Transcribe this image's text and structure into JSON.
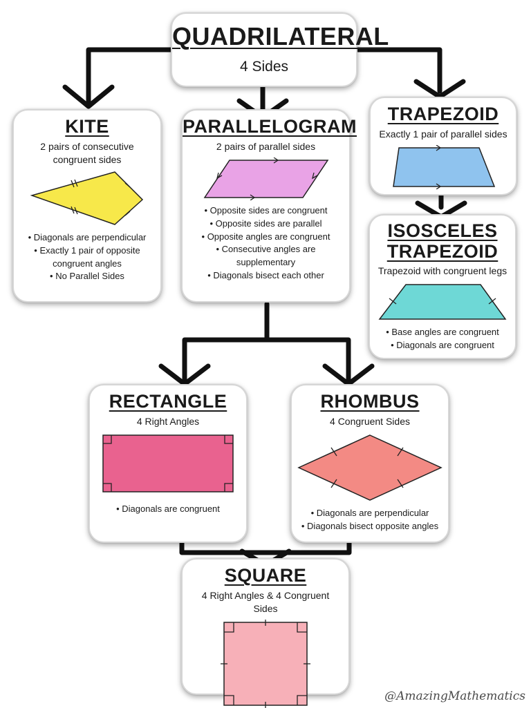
{
  "root": {
    "title": "QUADRILATERAL",
    "subtitle": "4 Sides"
  },
  "kite": {
    "title": "KITE",
    "subtitle": "2 pairs of consecutive congruent sides",
    "fill": "#f7e84a",
    "properties": [
      "Diagonals are perpendicular",
      "Exactly 1 pair of opposite congruent angles",
      "No Parallel Sides"
    ]
  },
  "parallelogram": {
    "title": "PARALLELOGRAM",
    "subtitle": "2 pairs of parallel sides",
    "fill": "#e9a3e6",
    "properties": [
      "Opposite sides are congruent",
      "Opposite sides are parallel",
      "Opposite angles are congruent",
      "Consecutive angles are supplementary",
      "Diagonals bisect each other"
    ]
  },
  "trapezoid": {
    "title": "TRAPEZOID",
    "subtitle": "Exactly 1 pair of parallel sides",
    "fill": "#8fc3ee"
  },
  "isosceles_trapezoid": {
    "title_line1": "ISOSCELES",
    "title_line2": "TRAPEZOID",
    "subtitle": "Trapezoid with congruent legs",
    "fill": "#6ed8d6",
    "properties": [
      "Base angles are congruent",
      "Diagonals are congruent"
    ]
  },
  "rectangle": {
    "title": "RECTANGLE",
    "subtitle": "4 Right Angles",
    "fill": "#e9628f",
    "properties": [
      "Diagonals are congruent"
    ]
  },
  "rhombus": {
    "title": "RHOMBUS",
    "subtitle": "4 Congruent Sides",
    "fill": "#f38a84",
    "properties": [
      "Diagonals are perpendicular",
      "Diagonals bisect opposite angles"
    ]
  },
  "square": {
    "title": "SQUARE",
    "subtitle": "4 Right Angles & 4 Congruent Sides",
    "fill": "#f7b0b8"
  },
  "watermark": "@AmazingMathematics"
}
